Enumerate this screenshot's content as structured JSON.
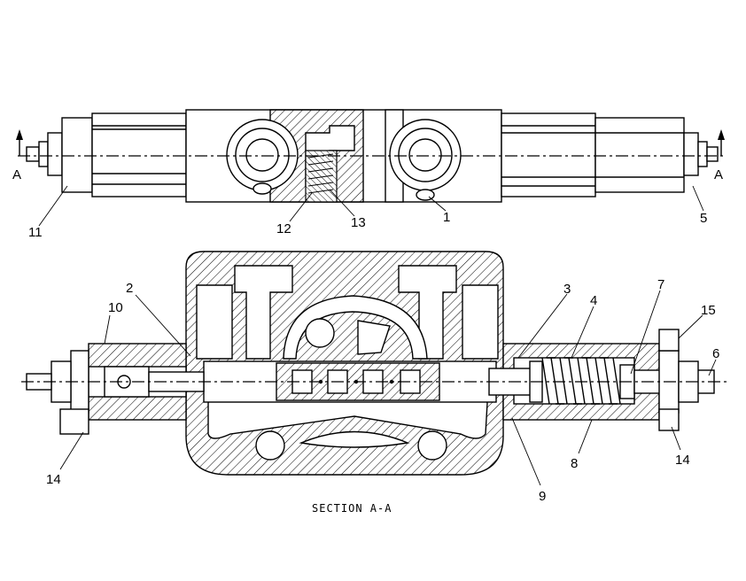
{
  "section_letter_left": "A",
  "section_letter_right": "A",
  "caption": "SECTION A-A",
  "callouts": {
    "c1": "1",
    "c2": "2",
    "c3": "3",
    "c4": "4",
    "c5": "5",
    "c6": "6",
    "c7": "7",
    "c8": "8",
    "c9": "9",
    "c10": "10",
    "c11": "11",
    "c12": "12",
    "c13": "13",
    "c14a": "14",
    "c14b": "14",
    "c15": "15"
  }
}
